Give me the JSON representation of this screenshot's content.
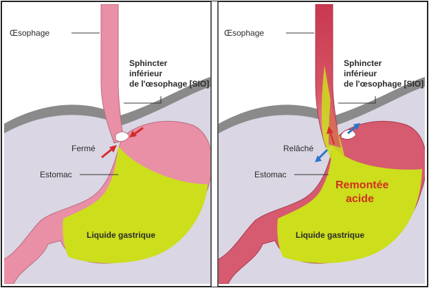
{
  "panels": [
    {
      "esophagus_label": "Œsophage",
      "sphincter_label": [
        "Sphincter",
        "inférieur",
        "de l'œsophage [SIO]"
      ],
      "state_label": "Fermé",
      "stomach_label": "Estomac",
      "liquid_label": "Liquide gastrique"
    },
    {
      "esophagus_label": "Œsophage",
      "sphincter_label": [
        "Sphincter",
        "inférieur",
        "de l'œsophage [SIO]"
      ],
      "state_label": "Relâché",
      "stomach_label": "Estomac",
      "liquid_label": "Liquide gastrique",
      "reflux_label": [
        "Remontée",
        "acide"
      ]
    }
  ],
  "colors": {
    "background": "#dad6e3",
    "diaphragm": "#888888",
    "esophagus": "#e98fa6",
    "esophagus_inflamed": "#d0485e",
    "stomach_wall": "#e98fa6",
    "gastric_liquid": "#ccde1c",
    "arrow_closed": "#d52b2b",
    "arrow_relaxed": "#2a74c8",
    "reflux_text": "#d1301f"
  }
}
